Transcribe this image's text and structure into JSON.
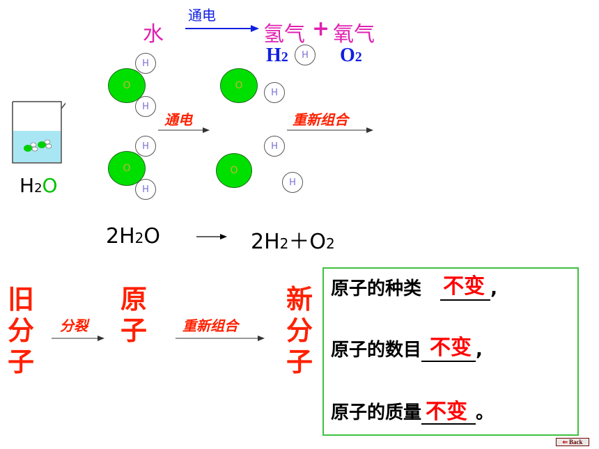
{
  "equation_words": {
    "reactant": "水",
    "condition": "通电",
    "product1": "氢气",
    "plus": "+",
    "product2": "氧气"
  },
  "formula_labels": {
    "h2_main": "H",
    "h2_sub": "2",
    "o2_main": "O",
    "o2_sub": "2",
    "h_atom": "H"
  },
  "beaker_label": {
    "h": "H",
    "sub": "2",
    "o": "O"
  },
  "atoms": {
    "o": "O",
    "h": "H"
  },
  "step_labels": {
    "electrify": "通电",
    "recombine": "重新组合"
  },
  "formula_equation": {
    "left_coef": "2H",
    "left_sub": "2",
    "left_o": "O",
    "right_coef": "2H",
    "right_sub": "2",
    "plus": "＋",
    "right_o": "O",
    "right_sub2": "2"
  },
  "process": {
    "old_molecule": [
      "旧",
      "分",
      "子"
    ],
    "split": "分裂",
    "atom": [
      "原",
      "子"
    ],
    "recombine": "重新组合",
    "new_molecule": [
      "新",
      "分",
      "子"
    ]
  },
  "conservation": {
    "line1": "原子的种类",
    "line1_fill": "不变",
    "line1_end": ",",
    "line2": "原子的数目",
    "line2_fill": "不变",
    "line2_end": ",",
    "line3": "原子的质量",
    "line3_fill": "不变",
    "line3_end": "。"
  },
  "back_button": "Back",
  "colors": {
    "red": "#ff2000",
    "magenta": "#e020b0",
    "blue": "#1020e0",
    "green": "#00e000",
    "box_border": "#40c040"
  }
}
